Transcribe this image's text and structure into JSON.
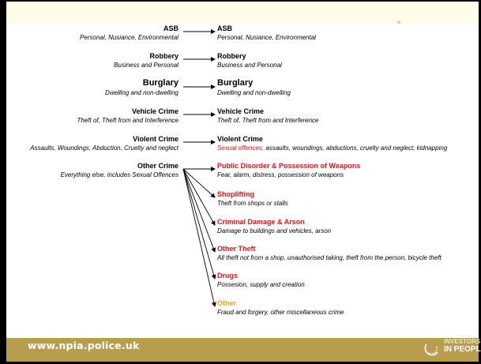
{
  "footer": {
    "url": "www.npia.police.uk",
    "logo_line1": "INVESTORS",
    "logo_line2": "IN PEOPLE"
  },
  "left": [
    {
      "title": "ASB",
      "subtitle": "Personal, Nusiance, Environmental"
    },
    {
      "title": "Robbery",
      "subtitle": "Business and Personal"
    },
    {
      "title": "Burglary",
      "subtitle": "Dwelling and non-dwelling"
    },
    {
      "title": "Vehicle Crime",
      "subtitle": "Theft of, Theft from and Interference"
    },
    {
      "title": "Violent Crime",
      "subtitle": "Assaults, Woundings, Abduction, Cruelty and neglect"
    },
    {
      "title": "Other Crime",
      "subtitle": "Everything else, includes Sexual Offences"
    }
  ],
  "right": [
    {
      "title": "ASB",
      "subtitle": "Personal, Nusiance, Environmental"
    },
    {
      "title": "Robbery",
      "subtitle": "Business and Personal"
    },
    {
      "title": "Burglary",
      "subtitle": "Dwelling and non-dwelling"
    },
    {
      "title": "Vehicle Crime",
      "subtitle": "Theft of, Theft from and Interference"
    },
    {
      "title": "Violent Crime",
      "subtitle_highlight": "Sexual offences,",
      "subtitle": "assaults, woundings, abductions, cruelty and neglect, kidnapping"
    },
    {
      "title": "Public Disorder & Possession of Weapons",
      "subtitle": "Fear, alarm, distress, possession of weapons"
    },
    {
      "title": "Shoplifting",
      "subtitle": "Theft from shops or stalls"
    },
    {
      "title": "Criminal Damage & Arson",
      "subtitle": "Damage to buildings and vehicles, arson"
    },
    {
      "title": "Other Theft",
      "subtitle": "All theft not from a shop, unauthorised taking, theft from the person, bicycle theft"
    },
    {
      "title": "Drugs",
      "subtitle": "Possesion, supply and creation"
    },
    {
      "title": "Other",
      "subtitle": "Fraud and forgery, other miscellaneous crime"
    }
  ],
  "colors": {
    "new_category": "#e8101a",
    "other_category": "#f5a01a",
    "footer_band": "#b89d4e",
    "top_band": "#fffce8"
  }
}
